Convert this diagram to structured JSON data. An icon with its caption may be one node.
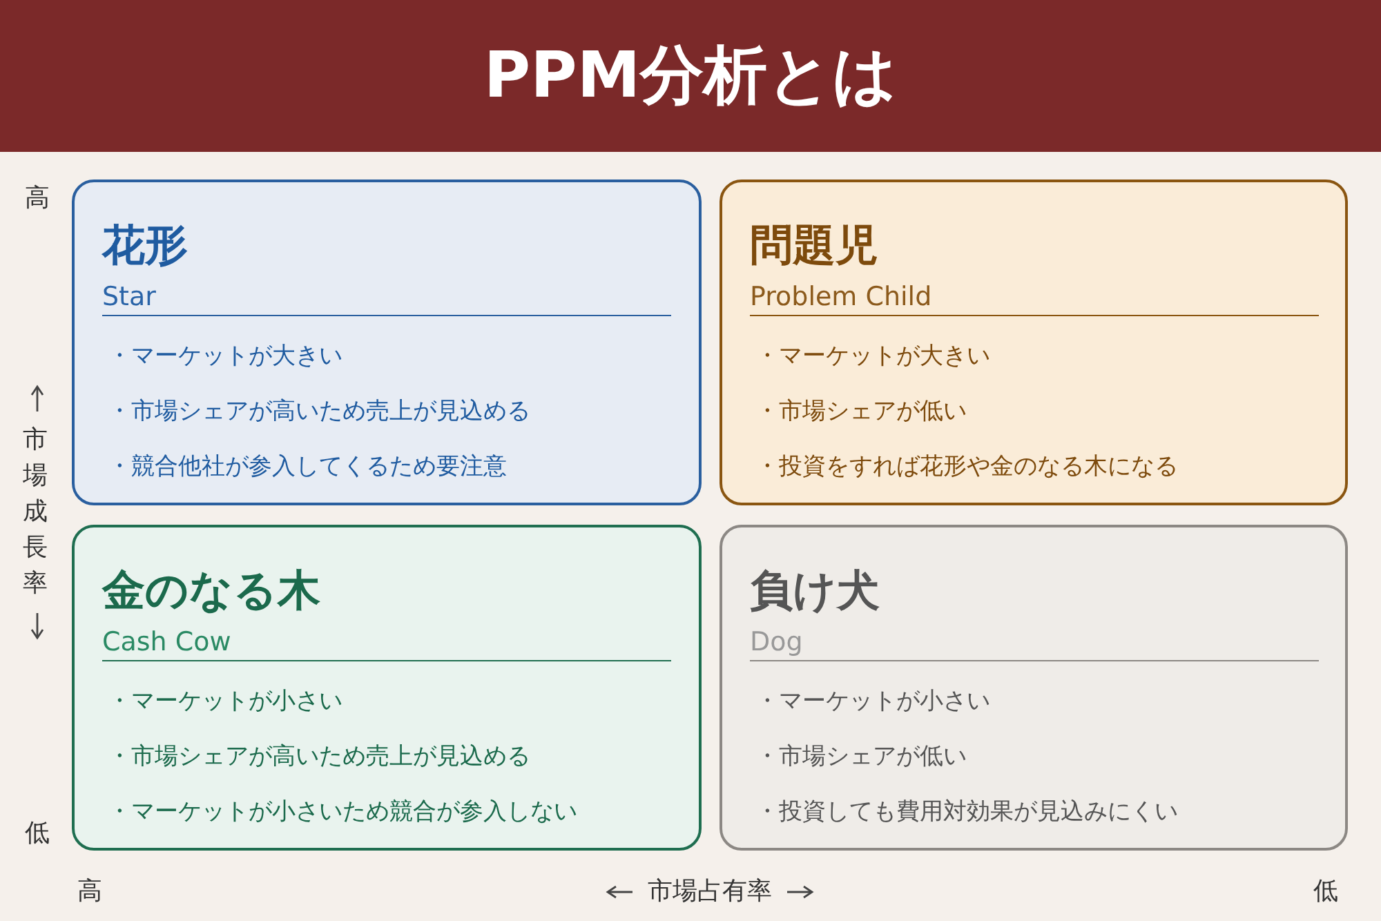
{
  "diagram": {
    "title": "PPM分析とは",
    "nodes": [
      {
        "text": [
          "花形",
          "Star",
          "・マーケットが大きい",
          "・市場シェアが高いため売上が見込める",
          "・競合他社が参入してくるため要注意"
        ]
      },
      {
        "text": [
          "問題児",
          "Problem Child",
          "・マーケットが大きい",
          "・市場シェアが低い",
          "・投資をすれば花形や金のなる木になる"
        ]
      },
      {
        "text": [
          "金のなる木",
          "Cash Cow",
          "・マーケットが小さい",
          "・市場シェアが高いため売上が見込める",
          "・マーケットが小さいため競合が参入しない"
        ]
      },
      {
        "text": [
          "負け犬",
          "Dog",
          "・マーケットが小さい",
          "・市場シェアが低い",
          "・投資しても費用対効果が見込みにくい"
        ]
      }
    ],
    "labels": [
      "高",
      "市場成長率",
      "低",
      "高",
      "市場占有率",
      "低"
    ]
  }
}
